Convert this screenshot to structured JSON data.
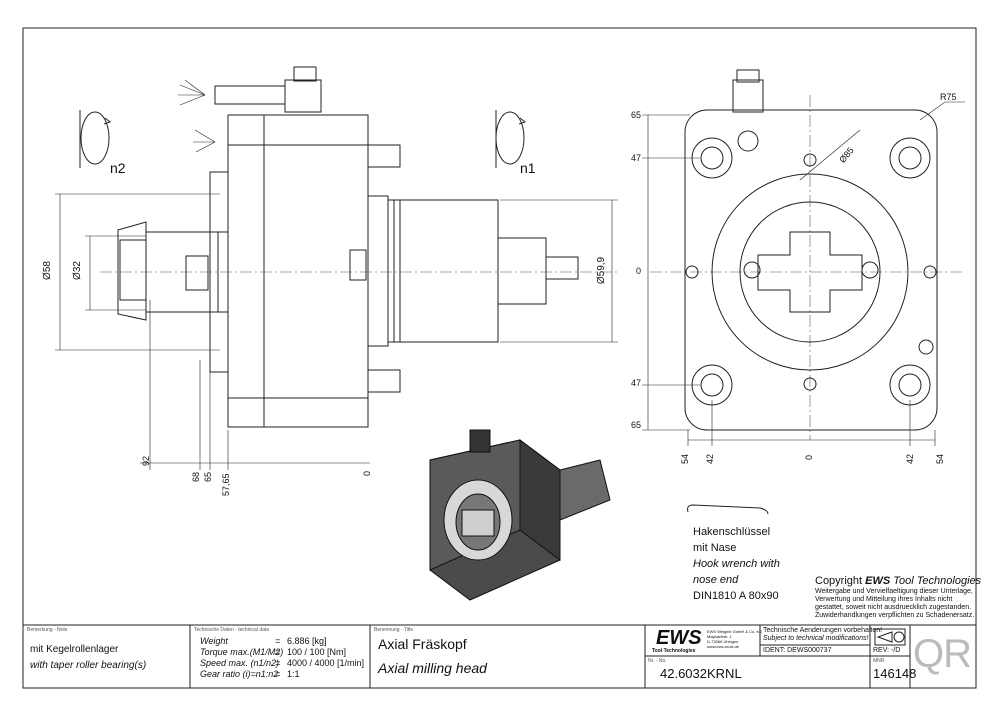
{
  "dimensions": {
    "left_view": {
      "d58": "Ø58",
      "d32": "Ø32",
      "x92": "92",
      "x68": "68",
      "x65": "65",
      "x5765": "57,65",
      "x0": "0"
    },
    "motion": {
      "n1": "n1",
      "n2": "n2"
    },
    "shaft": {
      "d599": "Ø59,9"
    },
    "front_view": {
      "r75": "R75",
      "d85": "Ø85",
      "y65_top": "65",
      "y47_top": "47",
      "y0": "0",
      "y47_bot": "47",
      "y65_bot": "65",
      "x54_left": "54",
      "x42_left": "42",
      "x0": "0",
      "x42_right": "42",
      "x54_right": "54"
    }
  },
  "wrench_note": {
    "line1": "Hakenschlüssel",
    "line2": "mit Nase",
    "line3": "Hook wrench with",
    "line4": "nose end",
    "line5": "DIN1810  A  80x90"
  },
  "copyright": {
    "title_prefix": "Copyright ",
    "title_brand": "EWS",
    "title_suffix": " Tool Technologies",
    "lines": [
      "Weitergabe und Vervielfaeltigung dieser Unterlage,",
      "Verwertung und Mitteilung ihres Inhalts nicht",
      "gestattet, soweit nicht ausdruecklich zugestanden.",
      "Zuwiderhandlungen verpflichten zu Schadenersatz."
    ]
  },
  "title_block": {
    "note_caption": "Bemerkung - Note",
    "note_line1": "mit Kegelrollenlager",
    "note_line2": "with taper roller bearing(s)",
    "tech_caption": "Technische Daten - technical data",
    "tech_rows": [
      {
        "label": "Weight",
        "eq": "=",
        "value": "6.886 [kg]"
      },
      {
        "label": "Torque max.(M1/M2)",
        "eq": "=",
        "value": "100 / 100 [Nm]"
      },
      {
        "label": "Speed max. (n1/n2)",
        "eq": "=",
        "value": "4000 / 4000 [1/min]"
      },
      {
        "label": "Gear ratio  (i)=n1:n2",
        "eq": "=",
        "value": "1:1"
      }
    ],
    "title_caption": "Benennung - Title",
    "title_de": "Axial Fräskopf",
    "title_en": "Axial milling head",
    "logo": "EWS",
    "logo_sub": "Tool Technologies",
    "company_lines": [
      "EWS Weigele GmbH & Co. KG",
      "Maybachstr. 1",
      "D-73066 Uhingen",
      "www.ews-tools.de"
    ],
    "subject_de": "Technische Aenderungen vorbehalten!",
    "subject_en": "Subject to technical modifications!",
    "ident": "IDENT: DEWS000737",
    "rev": "REV: -/D",
    "nr_caption": "Nr. - No.",
    "nr": "42.6032KRNL",
    "mnr_caption": "MNR.",
    "mnr": "146148",
    "qr": "QR"
  }
}
